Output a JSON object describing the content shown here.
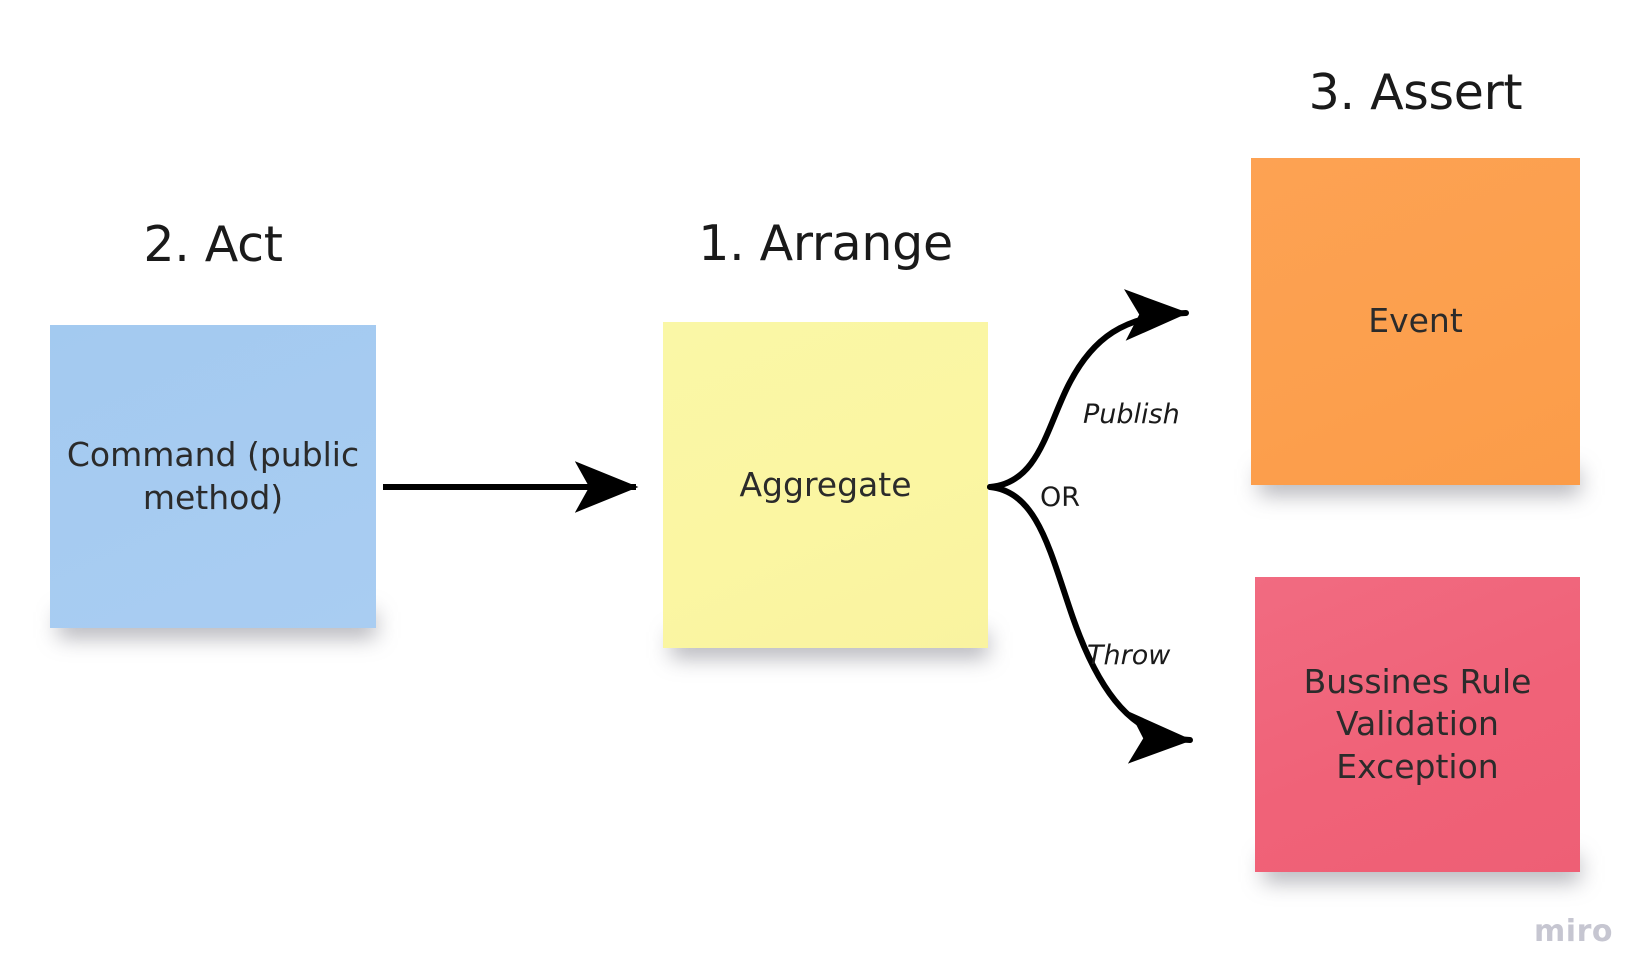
{
  "board": {
    "watermark": "miro",
    "background_color": "#ffffff"
  },
  "sections": [
    {
      "id": "act",
      "title": "2. Act"
    },
    {
      "id": "arrange",
      "title": "1. Arrange"
    },
    {
      "id": "assert",
      "title": "3. Assert"
    }
  ],
  "titles": {
    "act": "2. Act",
    "arrange": "1. Arrange",
    "assert": "3. Assert"
  },
  "notes": {
    "command": {
      "text": "Command (public method)",
      "color": "#a6cbf1",
      "section": "2. Act"
    },
    "aggregate": {
      "text": "Aggregate",
      "color": "#faf5a0",
      "section": "1. Arrange"
    },
    "event": {
      "text": "Event",
      "color": "#fc9f4d",
      "section": "3. Assert"
    },
    "exception": {
      "text": "Bussines Rule Validation Exception",
      "color": "#f06078",
      "section": "3. Assert"
    }
  },
  "connectors": [
    {
      "id": "command-to-aggregate",
      "label": "",
      "from": "command",
      "to": "aggregate",
      "style": "straight"
    },
    {
      "id": "aggregate-to-event",
      "label": "Publish",
      "from": "aggregate",
      "to": "event",
      "style": "curve"
    },
    {
      "id": "aggregate-to-exception",
      "label": "Throw",
      "from": "aggregate",
      "to": "exception",
      "style": "curve"
    }
  ],
  "edge_labels": {
    "publish": "Publish",
    "or": "OR",
    "throw": "Throw"
  },
  "colors": {
    "stroke": "#000000",
    "text": "#2b2b2b",
    "title_text": "#1a1a1a"
  }
}
